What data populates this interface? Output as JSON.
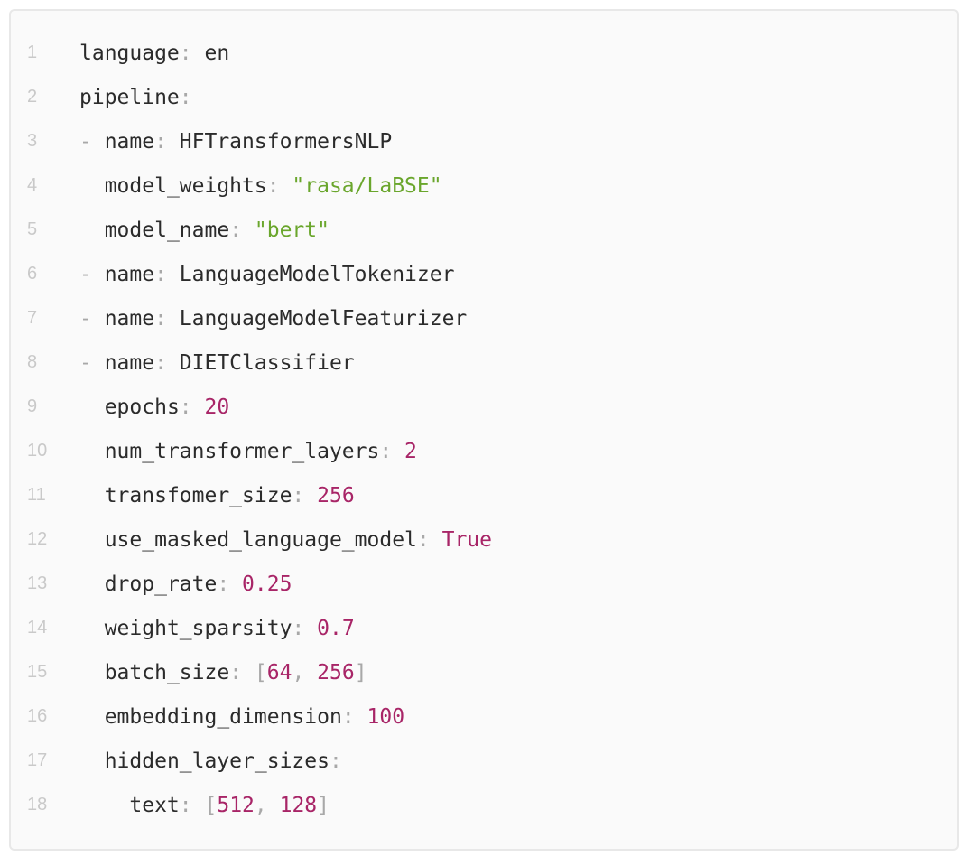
{
  "code_block": {
    "language": "yaml",
    "colors": {
      "page_background": "#ffffff",
      "block_background": "#fafafa",
      "block_border": "#e8e8e8",
      "line_number": "#c9c9c9",
      "key": "#2b2b2b",
      "punctuation": "#a8a8a8",
      "string": "#6aa62c",
      "number": "#a82567"
    },
    "lines": [
      {
        "number": "1",
        "tokens": [
          {
            "type": "key",
            "text": "language"
          },
          {
            "type": "punc",
            "text": ": "
          },
          {
            "type": "plain",
            "text": "en"
          }
        ]
      },
      {
        "number": "2",
        "tokens": [
          {
            "type": "key",
            "text": "pipeline"
          },
          {
            "type": "punc",
            "text": ":"
          }
        ]
      },
      {
        "number": "3",
        "tokens": [
          {
            "type": "punc",
            "text": "- "
          },
          {
            "type": "key",
            "text": "name"
          },
          {
            "type": "punc",
            "text": ": "
          },
          {
            "type": "plain",
            "text": "HFTransformersNLP"
          }
        ]
      },
      {
        "number": "4",
        "tokens": [
          {
            "type": "plain",
            "text": "  "
          },
          {
            "type": "key",
            "text": "model_weights"
          },
          {
            "type": "punc",
            "text": ": "
          },
          {
            "type": "str",
            "text": "\"rasa/LaBSE\""
          }
        ]
      },
      {
        "number": "5",
        "tokens": [
          {
            "type": "plain",
            "text": "  "
          },
          {
            "type": "key",
            "text": "model_name"
          },
          {
            "type": "punc",
            "text": ": "
          },
          {
            "type": "str",
            "text": "\"bert\""
          }
        ]
      },
      {
        "number": "6",
        "tokens": [
          {
            "type": "punc",
            "text": "- "
          },
          {
            "type": "key",
            "text": "name"
          },
          {
            "type": "punc",
            "text": ": "
          },
          {
            "type": "plain",
            "text": "LanguageModelTokenizer"
          }
        ]
      },
      {
        "number": "7",
        "tokens": [
          {
            "type": "punc",
            "text": "- "
          },
          {
            "type": "key",
            "text": "name"
          },
          {
            "type": "punc",
            "text": ": "
          },
          {
            "type": "plain",
            "text": "LanguageModelFeaturizer"
          }
        ]
      },
      {
        "number": "8",
        "tokens": [
          {
            "type": "punc",
            "text": "- "
          },
          {
            "type": "key",
            "text": "name"
          },
          {
            "type": "punc",
            "text": ": "
          },
          {
            "type": "plain",
            "text": "DIETClassifier"
          }
        ]
      },
      {
        "number": "9",
        "tokens": [
          {
            "type": "plain",
            "text": "  "
          },
          {
            "type": "key",
            "text": "epochs"
          },
          {
            "type": "punc",
            "text": ": "
          },
          {
            "type": "num",
            "text": "20"
          }
        ]
      },
      {
        "number": "10",
        "tokens": [
          {
            "type": "plain",
            "text": "  "
          },
          {
            "type": "key",
            "text": "num_transformer_layers"
          },
          {
            "type": "punc",
            "text": ": "
          },
          {
            "type": "num",
            "text": "2"
          }
        ]
      },
      {
        "number": "11",
        "tokens": [
          {
            "type": "plain",
            "text": "  "
          },
          {
            "type": "key",
            "text": "transfomer_size"
          },
          {
            "type": "punc",
            "text": ": "
          },
          {
            "type": "num",
            "text": "256"
          }
        ]
      },
      {
        "number": "12",
        "tokens": [
          {
            "type": "plain",
            "text": "  "
          },
          {
            "type": "key",
            "text": "use_masked_language_model"
          },
          {
            "type": "punc",
            "text": ": "
          },
          {
            "type": "num",
            "text": "True"
          }
        ]
      },
      {
        "number": "13",
        "tokens": [
          {
            "type": "plain",
            "text": "  "
          },
          {
            "type": "key",
            "text": "drop_rate"
          },
          {
            "type": "punc",
            "text": ": "
          },
          {
            "type": "num",
            "text": "0.25"
          }
        ]
      },
      {
        "number": "14",
        "tokens": [
          {
            "type": "plain",
            "text": "  "
          },
          {
            "type": "key",
            "text": "weight_sparsity"
          },
          {
            "type": "punc",
            "text": ": "
          },
          {
            "type": "num",
            "text": "0.7"
          }
        ]
      },
      {
        "number": "15",
        "tokens": [
          {
            "type": "plain",
            "text": "  "
          },
          {
            "type": "key",
            "text": "batch_size"
          },
          {
            "type": "punc",
            "text": ": "
          },
          {
            "type": "punc",
            "text": "["
          },
          {
            "type": "num",
            "text": "64"
          },
          {
            "type": "punc",
            "text": ", "
          },
          {
            "type": "num",
            "text": "256"
          },
          {
            "type": "punc",
            "text": "]"
          }
        ]
      },
      {
        "number": "16",
        "tokens": [
          {
            "type": "plain",
            "text": "  "
          },
          {
            "type": "key",
            "text": "embedding_dimension"
          },
          {
            "type": "punc",
            "text": ": "
          },
          {
            "type": "num",
            "text": "100"
          }
        ]
      },
      {
        "number": "17",
        "tokens": [
          {
            "type": "plain",
            "text": "  "
          },
          {
            "type": "key",
            "text": "hidden_layer_sizes"
          },
          {
            "type": "punc",
            "text": ":"
          }
        ]
      },
      {
        "number": "18",
        "tokens": [
          {
            "type": "plain",
            "text": "    "
          },
          {
            "type": "key",
            "text": "text"
          },
          {
            "type": "punc",
            "text": ": "
          },
          {
            "type": "punc",
            "text": "["
          },
          {
            "type": "num",
            "text": "512"
          },
          {
            "type": "punc",
            "text": ", "
          },
          {
            "type": "num",
            "text": "128"
          },
          {
            "type": "punc",
            "text": "]"
          }
        ]
      }
    ]
  }
}
